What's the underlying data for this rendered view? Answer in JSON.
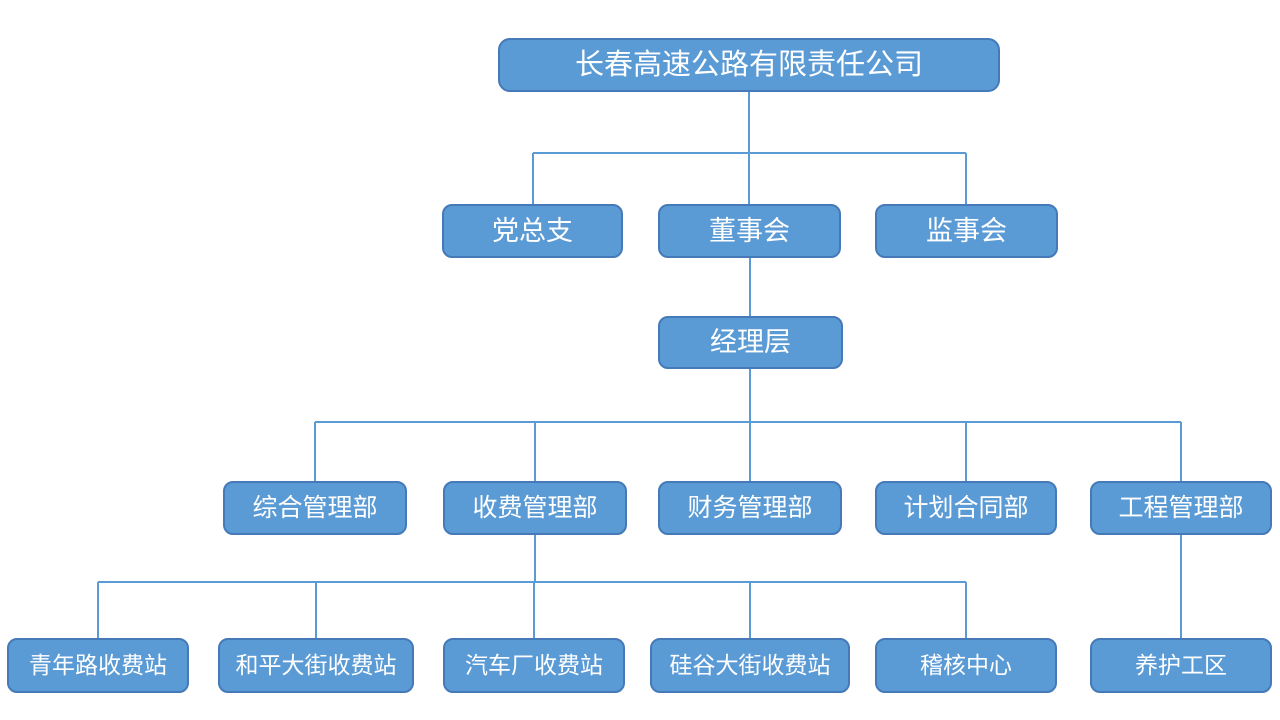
{
  "org": {
    "nodes": [
      {
        "id": "root",
        "label": "长春高速公路有限责任公司",
        "parent": null
      },
      {
        "id": "dzz",
        "label": "党总支",
        "parent": "root"
      },
      {
        "id": "dsh",
        "label": "董事会",
        "parent": "root"
      },
      {
        "id": "jsh",
        "label": "监事会",
        "parent": "root"
      },
      {
        "id": "jlc",
        "label": "经理层",
        "parent": "dsh"
      },
      {
        "id": "zhglb",
        "label": "综合管理部",
        "parent": "jlc"
      },
      {
        "id": "sfglb",
        "label": "收费管理部",
        "parent": "jlc"
      },
      {
        "id": "cwglb",
        "label": "财务管理部",
        "parent": "jlc"
      },
      {
        "id": "jhhtb",
        "label": "计划合同部",
        "parent": "jlc"
      },
      {
        "id": "gcglb",
        "label": "工程管理部",
        "parent": "jlc"
      },
      {
        "id": "qnl",
        "label": "青年路收费站",
        "parent": "sfglb"
      },
      {
        "id": "hpdj",
        "label": "和平大街收费站",
        "parent": "sfglb"
      },
      {
        "id": "qcc",
        "label": "汽车厂收费站",
        "parent": "sfglb"
      },
      {
        "id": "ggdj",
        "label": "硅谷大街收费站",
        "parent": "sfglb"
      },
      {
        "id": "jhzx",
        "label": "稽核中心",
        "parent": "sfglb"
      },
      {
        "id": "yhgq",
        "label": "养护工区",
        "parent": "gcglb"
      }
    ],
    "edges": [
      {
        "from": "root",
        "to": "dzz"
      },
      {
        "from": "root",
        "to": "dsh"
      },
      {
        "from": "root",
        "to": "jsh"
      },
      {
        "from": "dsh",
        "to": "jlc"
      },
      {
        "from": "jlc",
        "to": "zhglb"
      },
      {
        "from": "jlc",
        "to": "sfglb"
      },
      {
        "from": "jlc",
        "to": "cwglb"
      },
      {
        "from": "jlc",
        "to": "jhhtb"
      },
      {
        "from": "jlc",
        "to": "gcglb"
      },
      {
        "from": "sfglb",
        "to": "qnl"
      },
      {
        "from": "sfglb",
        "to": "hpdj"
      },
      {
        "from": "sfglb",
        "to": "qcc"
      },
      {
        "from": "sfglb",
        "to": "ggdj"
      },
      {
        "from": "sfglb",
        "to": "jhzx"
      },
      {
        "from": "gcglb",
        "to": "yhgq"
      }
    ]
  },
  "colors": {
    "box_fill": "#5B9BD5",
    "box_border": "#4579B8",
    "connector": "#5B9BD5",
    "text": "#FFFFFF",
    "background": "#FFFFFF"
  }
}
